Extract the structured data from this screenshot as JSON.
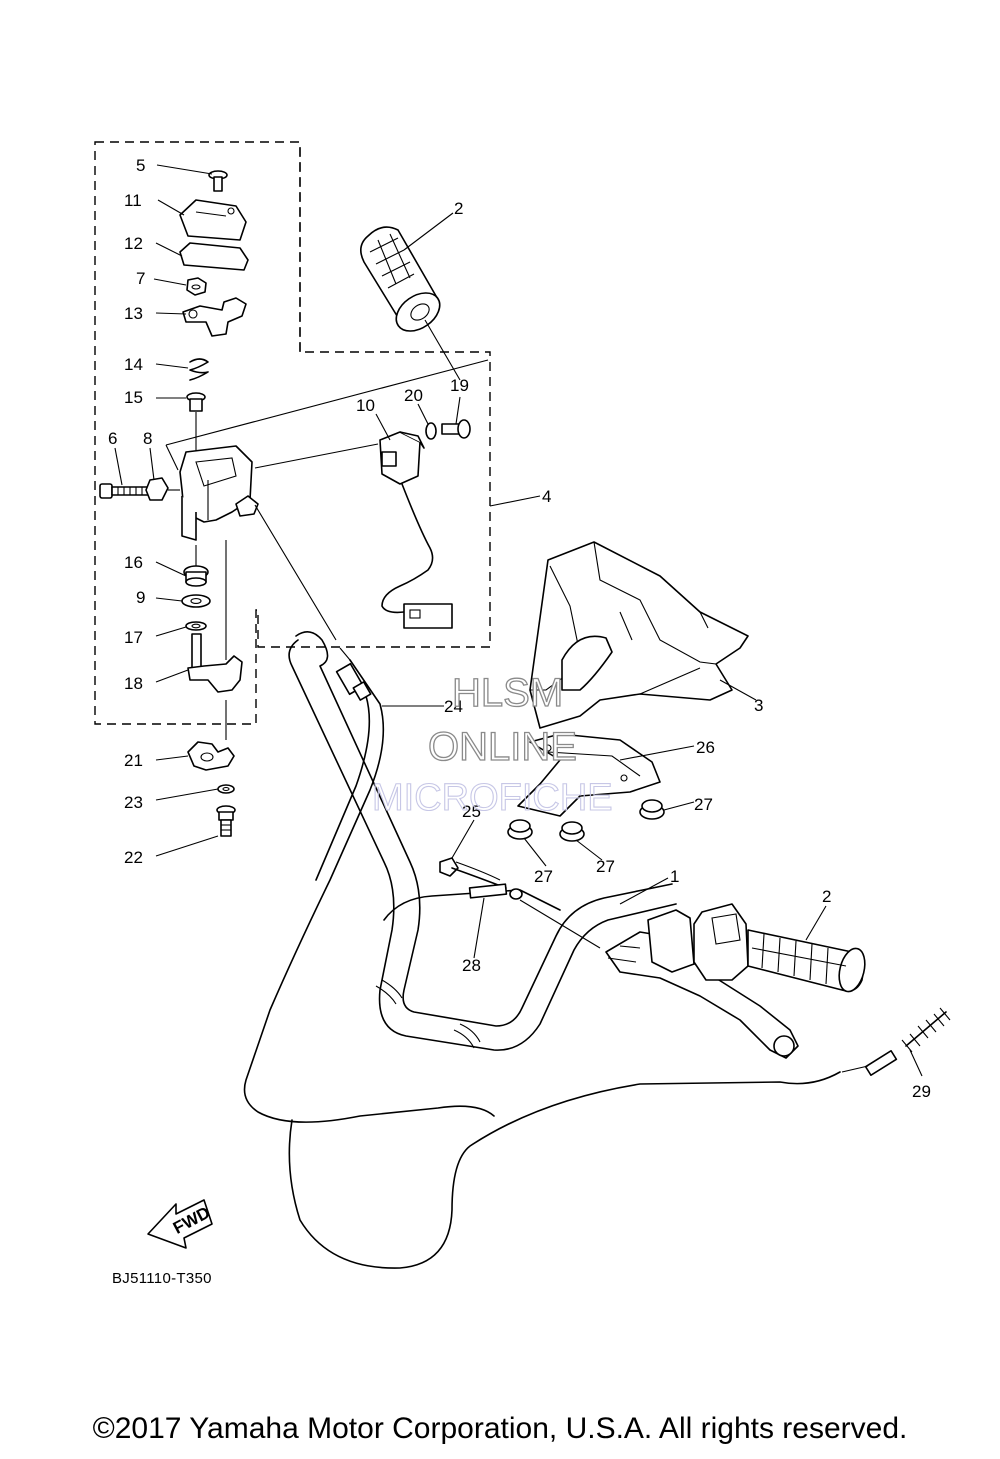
{
  "diagram": {
    "callouts": [
      {
        "id": "c5",
        "text": "5"
      },
      {
        "id": "c11",
        "text": "11"
      },
      {
        "id": "c12",
        "text": "12"
      },
      {
        "id": "c7",
        "text": "7"
      },
      {
        "id": "c13",
        "text": "13"
      },
      {
        "id": "c14",
        "text": "14"
      },
      {
        "id": "c15",
        "text": "15"
      },
      {
        "id": "c6",
        "text": "6"
      },
      {
        "id": "c8",
        "text": "8"
      },
      {
        "id": "c16",
        "text": "16"
      },
      {
        "id": "c9",
        "text": "9"
      },
      {
        "id": "c17",
        "text": "17"
      },
      {
        "id": "c18",
        "text": "18"
      },
      {
        "id": "c21",
        "text": "21"
      },
      {
        "id": "c23",
        "text": "23"
      },
      {
        "id": "c22",
        "text": "22"
      },
      {
        "id": "c2a",
        "text": "2"
      },
      {
        "id": "c10",
        "text": "10"
      },
      {
        "id": "c20",
        "text": "20"
      },
      {
        "id": "c19",
        "text": "19"
      },
      {
        "id": "c4",
        "text": "4"
      },
      {
        "id": "c3",
        "text": "3"
      },
      {
        "id": "c24",
        "text": "24"
      },
      {
        "id": "c26",
        "text": "26"
      },
      {
        "id": "c27a",
        "text": "27"
      },
      {
        "id": "c25",
        "text": "25"
      },
      {
        "id": "c27b",
        "text": "27"
      },
      {
        "id": "c27c",
        "text": "27"
      },
      {
        "id": "c1",
        "text": "1"
      },
      {
        "id": "c2b",
        "text": "2"
      },
      {
        "id": "c28",
        "text": "28"
      },
      {
        "id": "c29",
        "text": "29"
      }
    ],
    "fwd_label": "FWD",
    "watermark": {
      "line1": "HLSM",
      "line2": "ONLINE",
      "line3": "MICROFICHE"
    },
    "drawing_code": "BJ51110-T350"
  },
  "copyright": "©2017 Yamaha Motor Corporation, U.S.A. All rights reserved."
}
